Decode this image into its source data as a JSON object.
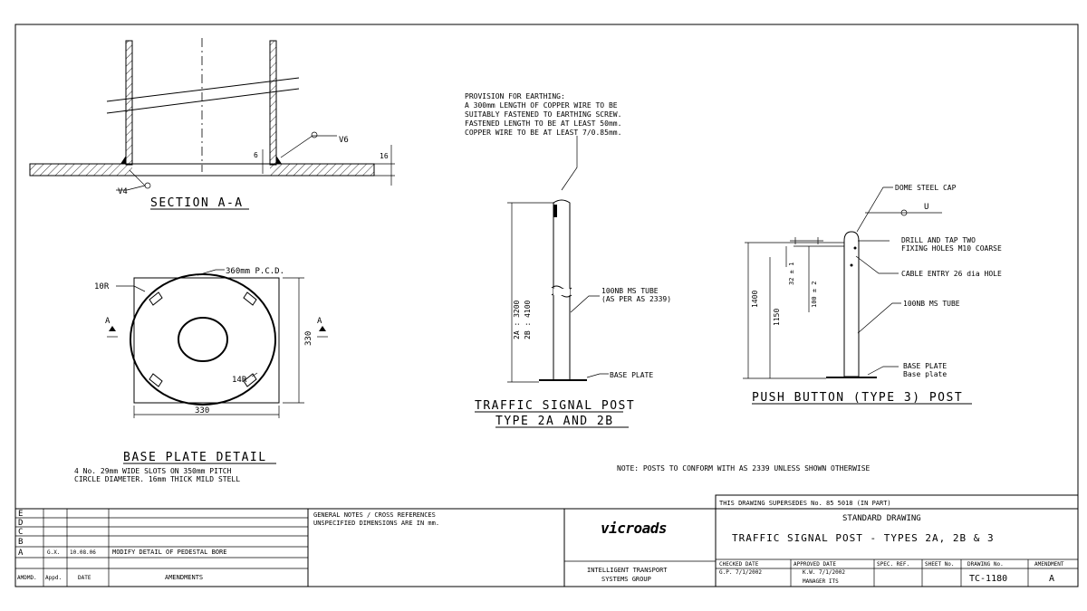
{
  "section_aa": {
    "title": "SECTION A-A",
    "label_v6": "V6",
    "label_v4": "V4",
    "dim_6": "6",
    "dim_16": "16"
  },
  "base_plate": {
    "pcd_label": "360mm P.C.D.",
    "r10_label": "10R",
    "r14_label": "14R",
    "dim_height": "330",
    "dim_width": "330",
    "arrow_left": "A",
    "arrow_right": "A",
    "title": "BASE PLATE DETAIL",
    "note_line1": "4 No. 29mm WIDE SLOTS ON 350mm PITCH",
    "note_line2": "CIRCLE DIAMETER. 16mm THICK MILD STELL"
  },
  "earthing_note": {
    "line1": "PROVISION FOR EARTHING:",
    "line2": "A 300mm LENGTH OF COPPER WIRE TO BE",
    "line3": "SUITABLY FASTENED TO EARTHING SCREW.",
    "line4": "FASTENED LENGTH TO BE AT LEAST 50mm.",
    "line5": "COPPER WIRE TO BE AT LEAST 7/0.85mm."
  },
  "signal_post": {
    "dim_2a": "2A : 3200",
    "dim_2b": "2B : 4100",
    "tube_line1": "100NB MS TUBE",
    "tube_line2": "(AS PER AS 2339)",
    "base_plate": "BASE PLATE",
    "title_line1": "TRAFFIC SIGNAL POST",
    "title_line2": "TYPE 2A AND 2B"
  },
  "push_post": {
    "dome_cap": "DOME STEEL CAP",
    "drill_line1": "DRILL AND TAP TWO",
    "drill_line2": "FIXING HOLES M10 COARSE",
    "cable_entry": "CABLE ENTRY 26 dia HOLE",
    "tube": "100NB MS TUBE",
    "base_line1": "BASE PLATE",
    "base_line2": "Base plate",
    "dim_1400": "1400",
    "dim_1150": "1150",
    "dim_32": "32 ± 1",
    "dim_100": "100 ± 2",
    "label_u": "U",
    "title": "PUSH BUTTON (TYPE 3) POST"
  },
  "note": "NOTE: POSTS TO CONFORM WITH AS 2339 UNLESS SHOWN OTHERWISE",
  "title_block": {
    "revisions": [
      "E",
      "D",
      "C",
      "B",
      "A"
    ],
    "rev_a_by": "G.X.",
    "rev_a_date": "10.08.06",
    "rev_a_desc": "MODIFY DETAIL OF PEDESTAL BORE",
    "hdr_amdt": "AMDMD.",
    "hdr_appd": "Appd.",
    "hdr_date": "DATE",
    "hdr_amendments": "AMENDMENTS",
    "general_notes_line1": "GENERAL NOTES / CROSS REFERENCES",
    "general_notes_line2": "UNSPECIFIED DIMENSIONS ARE IN mm.",
    "logo": "vicroads",
    "group_line1": "INTELLIGENT TRANSPORT",
    "group_line2": "SYSTEMS GROUP",
    "supersedes": "THIS DRAWING SUPERSEDES No. 85 5018 (IN PART)",
    "standard_drawing": "STANDARD DRAWING",
    "drawing_title": "TRAFFIC SIGNAL POST - TYPES 2A, 2B & 3",
    "checked_hdr": "CHECKED  DATE",
    "checked_val": "G.P.  7/1/2002",
    "approved_hdr": "APPROVED     DATE",
    "approved_val": "K.W.  7/1/2002",
    "approved_role": "MANAGER ITS",
    "spec_ref_hdr": "SPEC. REF.",
    "sheet_hdr": "SHEET No.",
    "drawing_no_hdr": "DRAWING No.",
    "amendment_hdr": "AMENDMENT",
    "drawing_no": "TC-1180",
    "amendment": "A"
  }
}
